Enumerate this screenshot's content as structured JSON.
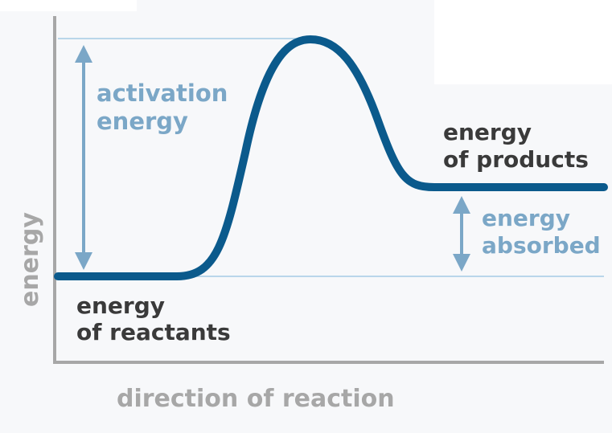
{
  "diagram": {
    "y_axis_label": "energy",
    "x_axis_label": "direction of reaction",
    "activation_label": [
      "activation",
      "energy"
    ],
    "products_label": [
      "energy",
      "of products"
    ],
    "absorbed_label": [
      "energy",
      "absorbed"
    ],
    "reactants_label": [
      "energy",
      "of reactants"
    ],
    "colors": {
      "curve": "#0b5a8c",
      "guide_line": "#b9d6ea",
      "arrow": "#7ba7c7",
      "blue_text": "#7ba7c7",
      "dark_text": "#3a3a3a",
      "axis_text": "#a7a7a7",
      "axis_line": "#a7a7a7"
    }
  }
}
